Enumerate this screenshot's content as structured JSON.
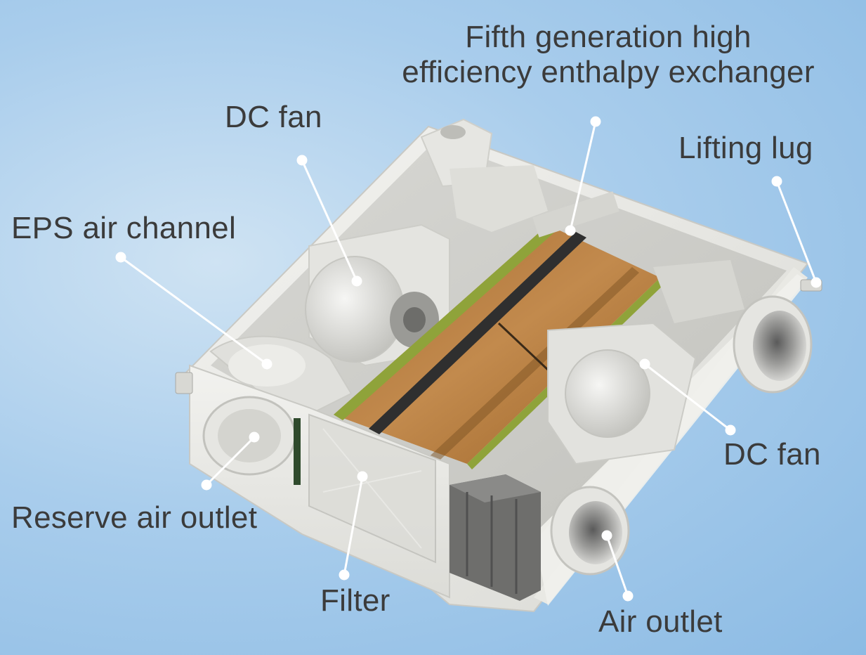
{
  "labels": {
    "exchanger_line1": "Fifth generation high",
    "exchanger_line2": "efficiency enthalpy exchanger",
    "dc_fan_top": "DC fan",
    "lifting_lug": "Lifting lug",
    "eps_air_channel": "EPS air channel",
    "dc_fan_right": "DC fan",
    "reserve_air_outlet": "Reserve air outlet",
    "filter": "Filter",
    "air_outlet": "Air outlet"
  },
  "colors": {
    "background": "#a9cdec",
    "housing": "#ebebe6",
    "exchanger": "#b3793d",
    "exchanger_edge": "#8fa33a",
    "label_text": "#3b3b3b",
    "leader_line": "#ffffff"
  }
}
